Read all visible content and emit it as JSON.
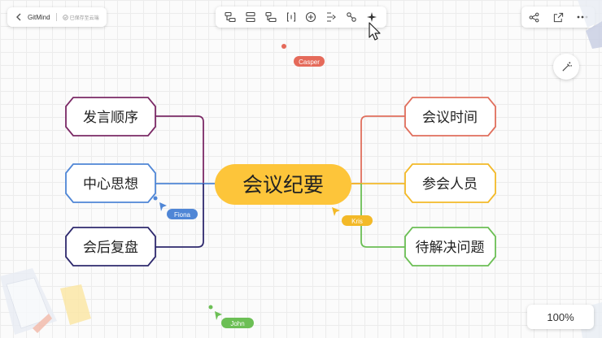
{
  "header": {
    "brand": "GitMind",
    "save_status": "已保存至云端"
  },
  "toolbar": {
    "tools": [
      {
        "name": "insert-child-node-icon"
      },
      {
        "name": "insert-sibling-node-icon"
      },
      {
        "name": "insert-parent-node-icon"
      },
      {
        "name": "summary-bracket-icon"
      },
      {
        "name": "add-circle-icon"
      },
      {
        "name": "relationship-line-icon"
      },
      {
        "name": "layout-structure-icon"
      },
      {
        "name": "ai-sparkle-icon"
      }
    ]
  },
  "top_right": [
    {
      "name": "share-icon"
    },
    {
      "name": "export-icon"
    },
    {
      "name": "more-icon"
    }
  ],
  "mindmap": {
    "center": {
      "label": "会议纪要",
      "color": "#fdc53a"
    },
    "left_nodes": [
      {
        "label": "发言顺序",
        "color": "#7b2a66"
      },
      {
        "label": "中心思想",
        "color": "#4f86d6"
      },
      {
        "label": "会后复盘",
        "color": "#2f2a6e"
      }
    ],
    "right_nodes": [
      {
        "label": "会议时间",
        "color": "#e06f5d"
      },
      {
        "label": "参会人员",
        "color": "#f3b928"
      },
      {
        "label": "待解决问题",
        "color": "#6cbf55"
      }
    ]
  },
  "collaborators": [
    {
      "name": "Casper",
      "color": "#e56a5a"
    },
    {
      "name": "Fiona",
      "color": "#4f86d6"
    },
    {
      "name": "Kris",
      "color": "#f3b928"
    },
    {
      "name": "John",
      "color": "#6cbf55"
    }
  ],
  "zoom": {
    "level": "100%"
  }
}
